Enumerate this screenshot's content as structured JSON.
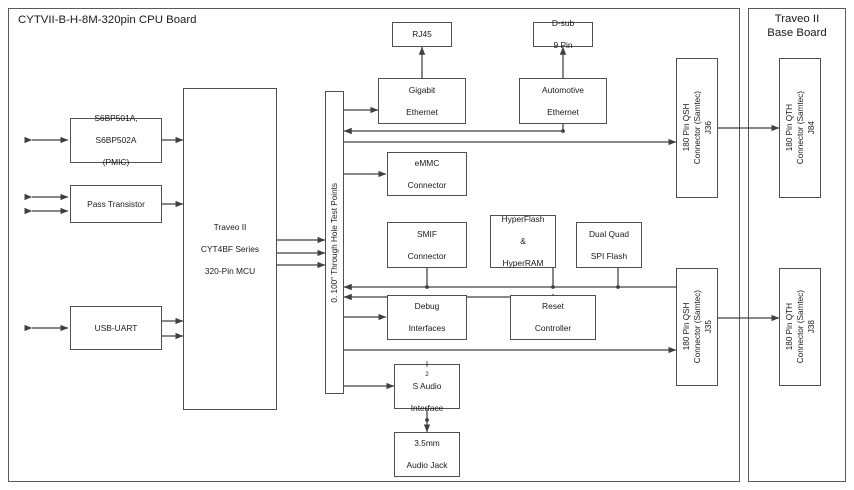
{
  "diagram": {
    "type": "block-diagram",
    "left_board": {
      "title": "CYTVII-B-H-8M-320pin CPU Board"
    },
    "right_board": {
      "title_line1": "Traveo II",
      "title_line2": "Base Board"
    },
    "blocks": {
      "pmic": {
        "l1": "S6BP501A,",
        "l2": "S6BP502A",
        "l3": "(PMIC)"
      },
      "pass": {
        "l1": "Pass Transistor"
      },
      "usbuart": {
        "l1": "USB-UART"
      },
      "mcu": {
        "l1": "Traveo II",
        "l2": "CYT4BF Series",
        "l3": "320-Pin MCU"
      },
      "testpoints": {
        "label": "0. 100\" Through Hole Test Points"
      },
      "rj45": {
        "l1": "RJ45"
      },
      "dsub": {
        "l1": "D-sub",
        "l2": "9 Pin"
      },
      "gige": {
        "l1": "Gigabit",
        "l2": "Ethernet"
      },
      "autoeth": {
        "l1": "Automotive",
        "l2": "Ethernet"
      },
      "emmc": {
        "l1": "eMMC",
        "l2": "Connector"
      },
      "smif": {
        "l1": "SMIF",
        "l2": "Connector"
      },
      "hyper": {
        "l1": "HyperFlash",
        "l2": "&",
        "l3": "HyperRAM"
      },
      "dualquad": {
        "l1": "Dual Quad",
        "l2": "SPI Flash"
      },
      "debug": {
        "l1": "Debug",
        "l2": "Interfaces"
      },
      "reset": {
        "l1": "Reset",
        "l2": "Controller"
      },
      "i2s": {
        "l1_pre": "I",
        "l1_sup": "2",
        "l1_post": "S Audio",
        "l2": "Interface"
      },
      "jack": {
        "l1": "3.5mm",
        "l2": "Audio Jack"
      },
      "qsh_j36": {
        "label": "180 Pin QSH\nConnector (Samtec)\nJ36"
      },
      "qsh_j35": {
        "label": "180 Pin QSH\nConnector (Samtec)\nJ35"
      },
      "qth_j84": {
        "label": "180 Pin QTH\nConnector (Samtec)\nJ84"
      },
      "qth_j38": {
        "label": "180 Pin QTH\nConnector (Samtec)\nJ38"
      }
    },
    "colors": {
      "line": "#4f5053",
      "border": "#58595b",
      "text": "#1a1a1a",
      "background": "#ffffff"
    }
  }
}
